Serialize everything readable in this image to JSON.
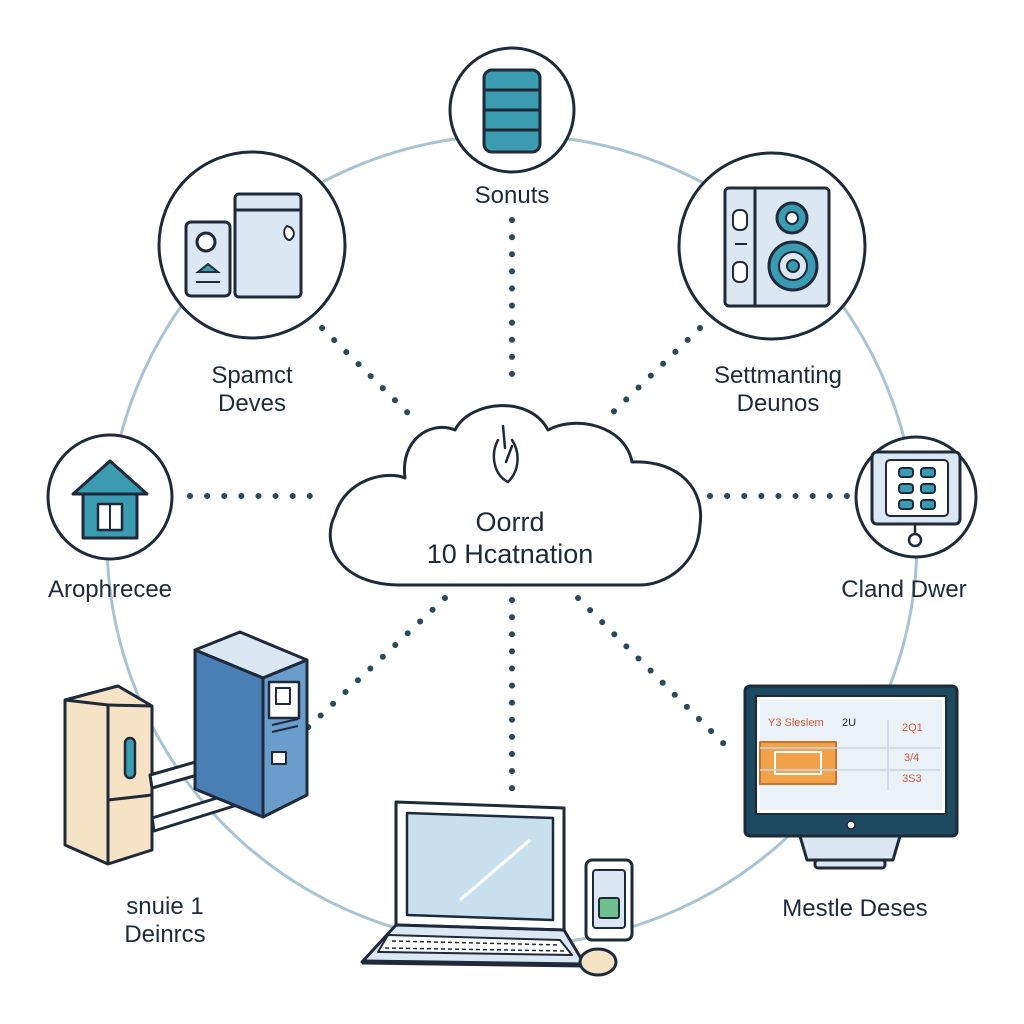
{
  "center": {
    "line1": "Oorrd",
    "line2": "10 Hcatnation"
  },
  "nodes": {
    "top": {
      "label": "Sonuts",
      "icon": "server-icon"
    },
    "top_left": {
      "line1": "Spamct",
      "line2": "Deves",
      "icon": "smart-devices-icon"
    },
    "top_right": {
      "line1": "Settmanting",
      "line2": "Deunos",
      "icon": "speaker-device-icon"
    },
    "left": {
      "label": "Arophrecee",
      "icon": "house-icon"
    },
    "right": {
      "label": "Cland Dwer",
      "icon": "control-panel-icon"
    },
    "bottom_left": {
      "line1": "snuie 1",
      "line2": "Deinrcs",
      "icon": "server-tower-icon"
    },
    "bottom": {
      "icon": "laptop-phone-icon"
    },
    "bottom_right": {
      "label": "Mestle Deses",
      "icon": "monitor-icon"
    }
  },
  "monitor_screen": {
    "title": "Y3 Sleslem",
    "col2_row1": "2U",
    "col4_row1": "2Q1",
    "col4_row2": "3/4",
    "col4_row3": "3S3"
  },
  "colors": {
    "outline": "#1e2a3a",
    "ring": "#a8c4d4",
    "dots": "#2a4a5c",
    "teal": "#3b9bb0",
    "light_blue": "#dbe8f4",
    "steel_blue": "#4a7fb5",
    "peach": "#f6e3c6",
    "orange": "#f2a34a",
    "green": "#6fc08d"
  }
}
